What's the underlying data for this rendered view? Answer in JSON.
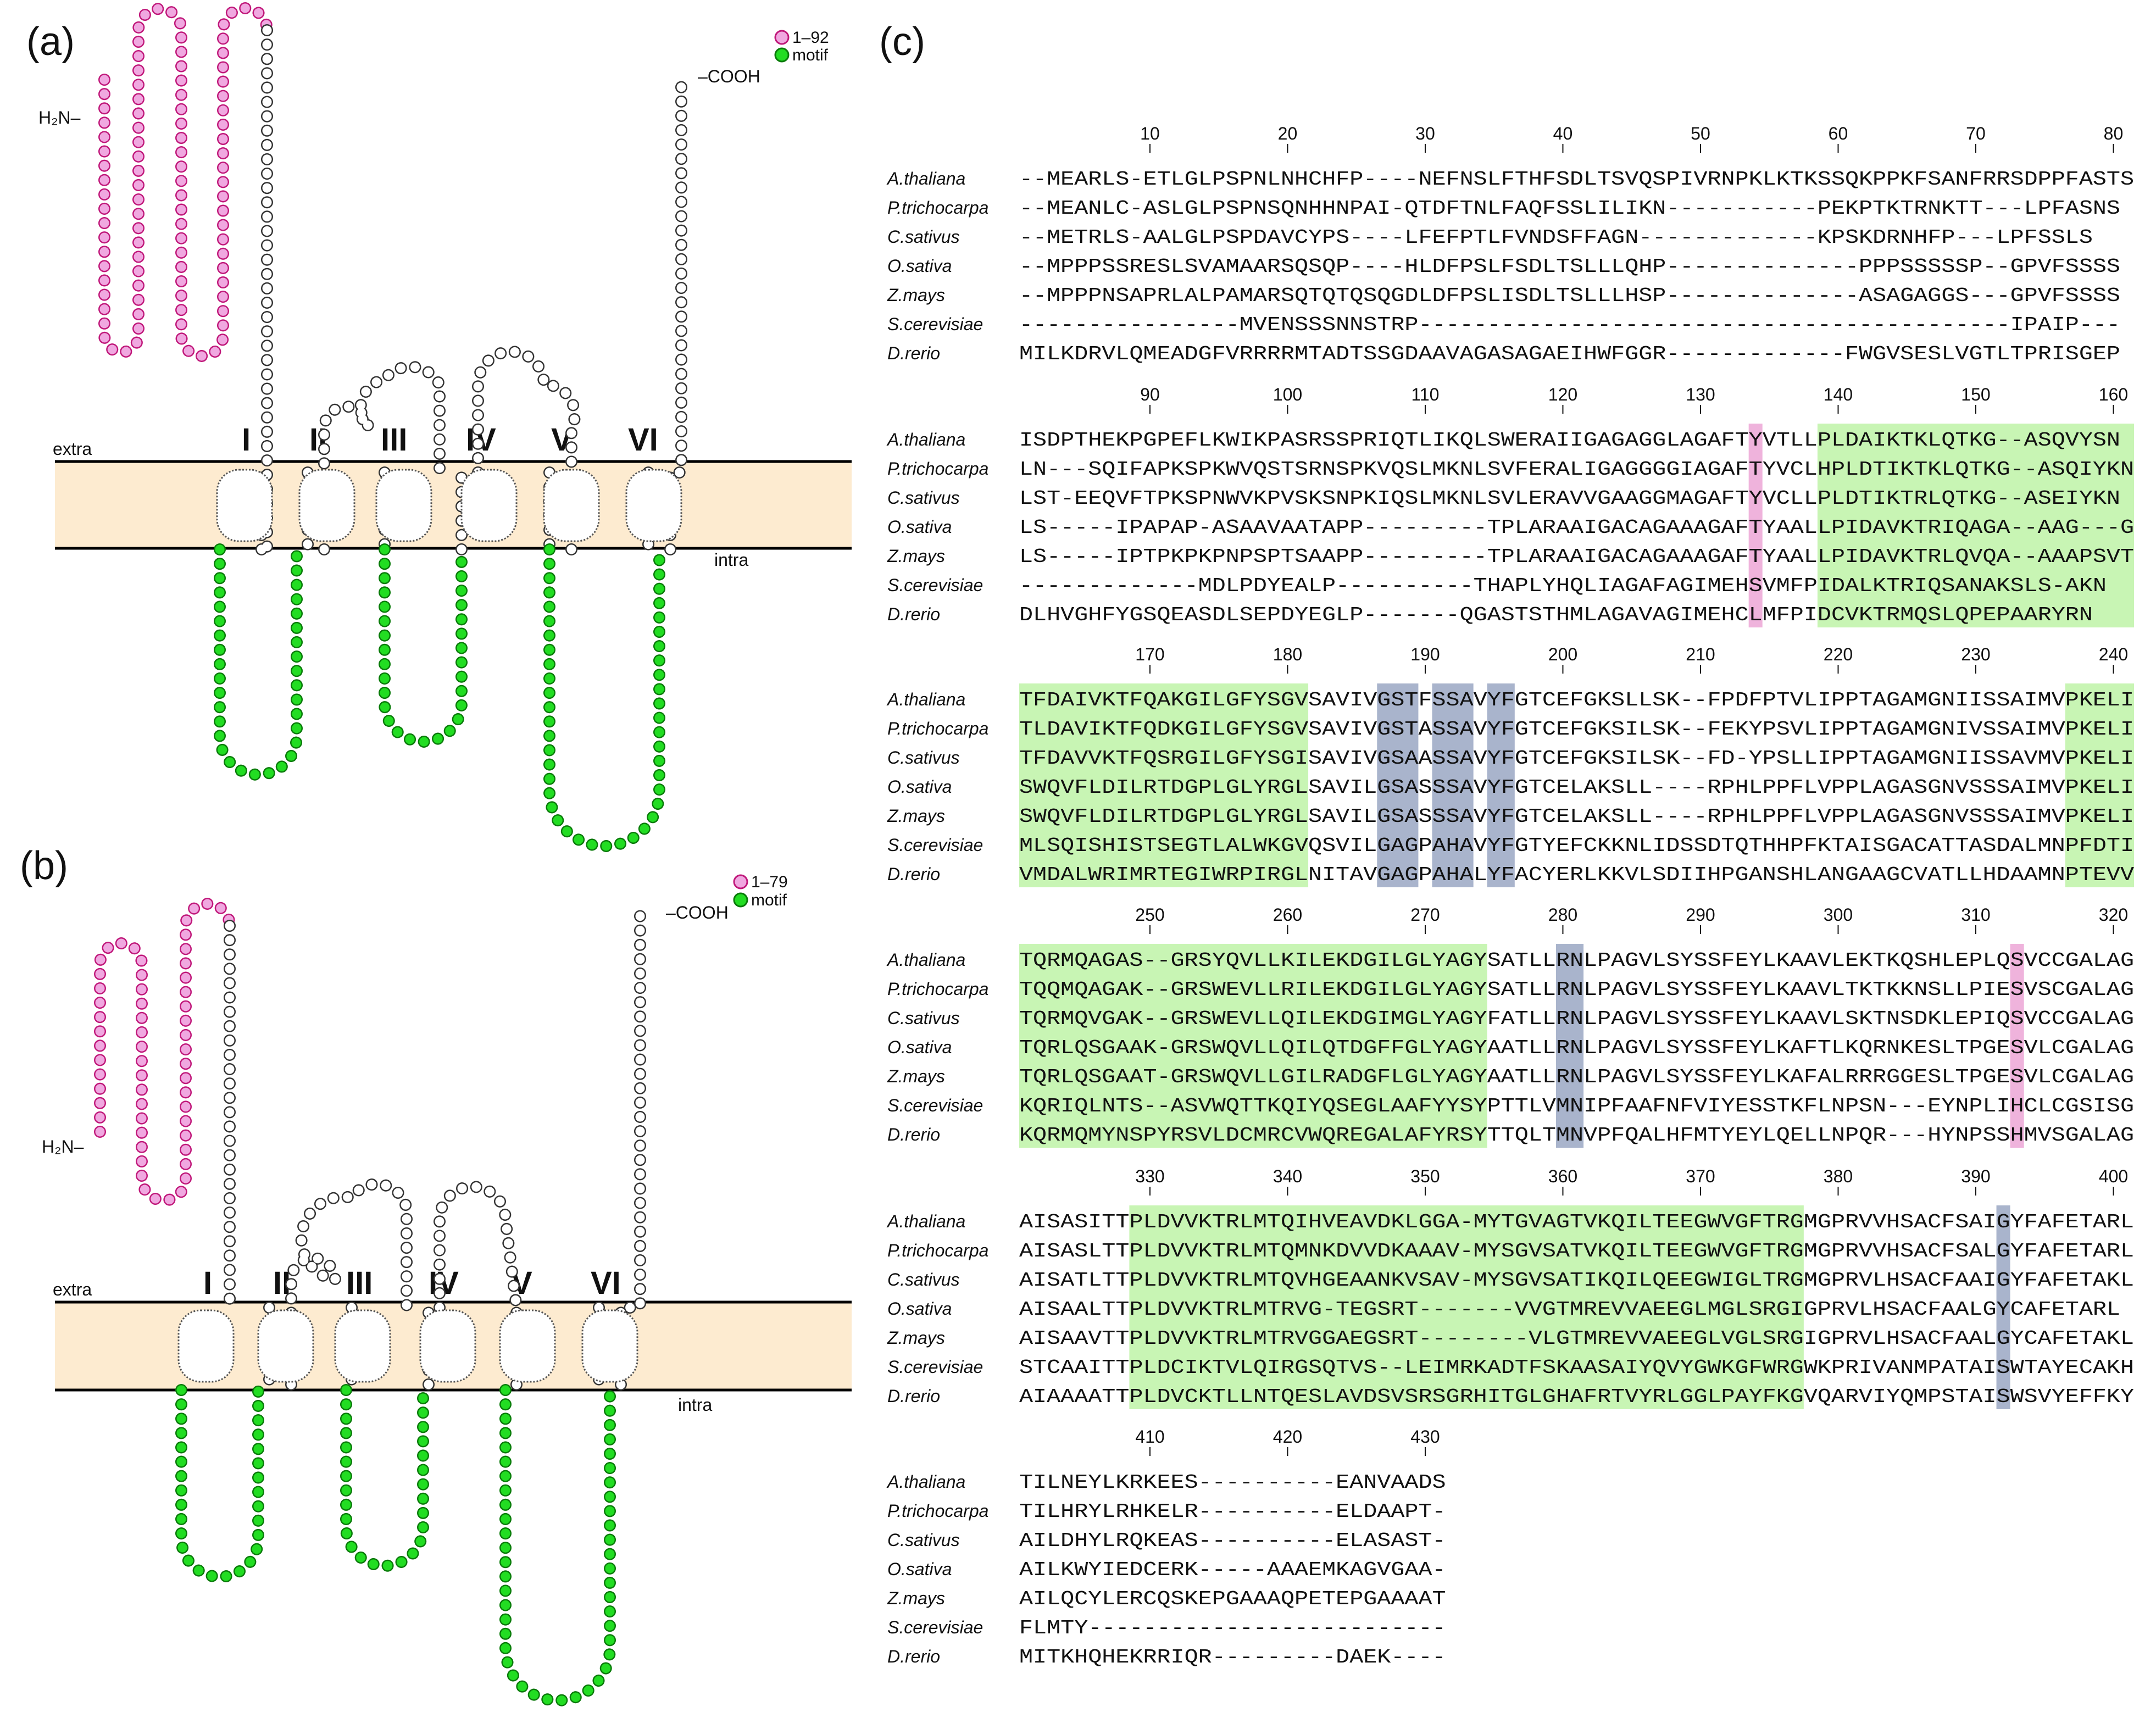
{
  "panels": {
    "a": {
      "label": "(a)",
      "legend": {
        "signal": "1–92",
        "motif": "motif"
      },
      "n_term": "H₂N–",
      "c_term": "–COOH",
      "extra": "extra",
      "intra": "intra",
      "helices": [
        "I",
        "II",
        "III",
        "IV",
        "V",
        "VI"
      ]
    },
    "b": {
      "label": "(b)",
      "legend": {
        "signal": "1–79",
        "motif": "motif"
      },
      "n_term": "H₂N–",
      "c_term": "–COOH",
      "extra": "extra",
      "intra": "intra",
      "helices": [
        "I",
        "II",
        "III",
        "IV",
        "V",
        "VI"
      ]
    },
    "c": {
      "label": "(c)"
    }
  },
  "colors": {
    "signal_fill": "#f0a8e0",
    "signal_stroke": "#c0187a",
    "motif_fill": "#22dd22",
    "motif_stroke": "#0a7a0a",
    "membrane": "#fdebd0",
    "green_highlight": "#c8f5b4",
    "pink_highlight": "#efb3dc",
    "blue_highlight": "#a9b4cc"
  },
  "alignment": {
    "species": [
      "A.thaliana",
      "P.trichocarpa",
      "C.sativus",
      "O.sativa",
      "Z.mays",
      "S.cerevisiae",
      "D.rerio"
    ],
    "blocks": [
      {
        "ticks": [
          "10",
          "20",
          "30",
          "40",
          "50",
          "60",
          "70",
          "80"
        ],
        "rows": [
          "--MEARLS-ETLGLPSPNLNHCHFP----NEFNSLFTHFSDLTSVQSPIVRNPKLKTKSSQKPPKFSANFRRSDPPFASTS",
          "--MEANLC-ASLGLPSPNSQNHHNPAI-QTDFTNLFAQFSSLILIKN-----------PEKPTKTRNKTT---LPFASNS",
          "--METRLS-AALGLPSPDAVCYPS----LFEFPTLFVNDSFFAGN-------------KPSKDRNHFP---LPFSSLS",
          "--MPPPSSRESLSVAMAARSQSQP----HLDFPSLFSDLTSLLLQHP--------------PPPSSSSSP--GPVFSSSS",
          "--MPPPNSAPRLALPAMARSQTQTQSQGDLDFPSLISDLTSLLLHSP--------------ASAGAGGS---GPVFSSSS",
          "----------------MVENSSSNNSTRP-------------------------------------------IPAIP---",
          "MILKDRVLQMEADGFVRRRRMTADTSSGDAAVAGASAGAEIHWFGGR-------------FWGVSESLVGTLTPRISGEP"
        ]
      },
      {
        "ticks": [
          "90",
          "100",
          "110",
          "120",
          "130",
          "140",
          "150",
          "160"
        ],
        "rows": [
          "ISDPTHEKPGPEFLKWIKPASRSSPRIQTLIKQLSWERAIIGAGAGGLAGAFTYVTLLPLDAIKTKLQTKG--ASQVYSN",
          "LN---SQIFAPKSPKWVQSTSRNSPKVQSLMKNLSVFERALIGAGGGGIAGAFTYVCLHPLDTIKTKLQTKG--ASQIYKN",
          "LST-EEQVFTPKSPNWVKPVSKSNPKIQSLMKNLSVLERAVVGAAGGMAGAFTYVCLLPLDTIKTRLQTKG--ASEIYKN",
          "LS-----IPAPAP-ASAAVAATAPP---------TPLARAAIGACAGAAAGAFTYAALLPIDAVKTRIQAGA--AAG---G",
          "LS-----IPTPKPKPNPSPTSAAPP---------TPLARAAIGACAGAAAGAFTYAALLPIDAVKTRLQVQA--AAAPSVT",
          "-------------MDLPDYEALP----------THAPLYHQLIAGAFAGIMEHSVMFPIDALKTRIQSANAKSLS-AKN",
          "DLHVGHFYGSQEASDLSEPDYEGLP-------QGASTSTHMLAGAVAGIMEHCLMFPIDCVKTRMQSLQPEPAARYRN"
        ]
      },
      {
        "ticks": [
          "170",
          "180",
          "190",
          "200",
          "210",
          "220",
          "230",
          "240"
        ],
        "rows": [
          "TFDAIVKTFQAKGILGFYSGVSAVIVGSTFSSAVYFGTCEFGKSLLSK--FPDFPTVLIPPTAGAMGNIISSAIMVPKELI",
          "TLDAVIKTFQDKGILGFYSGVSAVIVGSTASSAVYFGTCEFGKSILSK--FEKYPSVLIPPTAGAMGNIVSSAIMVPKELI",
          "TFDAVVKTFQSRGILGFYSGISAVIVGSAASSAVYFGTCEFGKSILSK--FD-YPSLLIPPTAGAMGNIISSAVMVPKELI",
          "SWQVFLDILRTDGPLGLYRGLSAVILGSASSSAVYFGTCELAKSLL----RPHLPPFLVPPLAGASGNVSSSAIMVPKELI",
          "SWQVFLDILRTDGPLGLYRGLSAVILGSASSSAVYFGTCELAKSLL----RPHLPPFLVPPLAGASGNVSSSAIMVPKELI",
          "MLSQISHISTSEGTLALWKGVQSVILGAGPAHAVYFGTYEFCKKNLIDSSDTQTHHPFKTAISGACATTASDALMNPFDTI",
          "VMDALWRIMRTEGIWRPIRGLNITAVGAGPAHALYFACYERLKKVLSDIIHPGANSHLANGAAGCVATLLHDAAMNPTEVV"
        ]
      },
      {
        "ticks": [
          "250",
          "260",
          "270",
          "280",
          "290",
          "300",
          "310",
          "320"
        ],
        "rows": [
          "TQRMQAGAS--GRSYQVLLKILEKDGILGLYAGYSATLLRNLPAGVLSYSSFEYLKAAVLEKTKQSHLEPLQSVCCGALAG",
          "TQQMQAGAK--GRSWEVLLRILEKDGILGLYAGYSATLLRNLPAGVLSYSSFEYLKAAVLTKTKKNSLLPIESVSCGALAG",
          "TQRMQVGAK--GRSWEVLLQILEKDGIMGLYAGYFATLLRNLPAGVLSYSSFEYLKAAVLSKTNSDKLEPIQSVCCGALAG",
          "TQRLQSGAAK-GRSWQVLLQILQTDGFFGLYAGYAATLLRNLPAGVLSYSSFEYLKAFTLKQRNKESLTPGESVLCGALAG",
          "TQRLQSGAAT-GRSWQVLLGILRADGFLGLYAGYAATLLRNLPAGVLSYSSFEYLKAFALRRRGGESLTPGESVLCGALAG",
          "KQRIQLNTS--ASVWQTTKQIYQSEGLAAFYYSYPTTLVMNIPFAAFNFVIYESSTKFLNPSN---EYNPLIHCLCGSISG",
          "KQRMQMYNSPYRSVLDCMRCVWQREGALAFYRSYTTQLTMNVPFQALHFMTYEYLQELLNPQR---HYNPSSHMVSGALAG"
        ]
      },
      {
        "ticks": [
          "330",
          "340",
          "350",
          "360",
          "370",
          "380",
          "390",
          "400"
        ],
        "rows": [
          "AISASITTPLDVVKTRLMTQIHVEAVDKLGGA-MYTGVAGTVKQILTEEGWVGFTRGMGPRVVHSACFSAIGYFAFETARL",
          "AISASLTTPLDVVKTRLMTQMNKDVVDKAAAV-MYSGVSATVKQILTEEGWVGFTRGMGPRVVHSACFSALGYFAFETARL",
          "AISATLTTPLDVVKTRLMTQVHGEAANKVSAV-MYSGVSATIKQILQEEGWIGLTRGMGPRVLHSACFAAIGYFAFETAKL",
          "AISAALTTPLDVVKTRLMTRVG-TEGSRT-------VVGTMREVVAEEGLMGLSRGIGPRVLHSACFAALGYCAFETARL",
          "AISAAVTTPLDVVKTRLMTRVGGAEGSRT--------VLGTMREVVAEEGLVGLSRGIGPRVLHSACFAALGYCAFETAKL",
          "STCAAITTPLDCIKTVLQIRGSQTVS--LEIMRKADTFSKAASAIYQVYGWKGFWRGWKPRIVANMPATAISWTAYECAKH",
          "AIAAAATTPLDVCKTLLNTQESLAVDSVSRSGRHITGLGHAFRTVYRLGGLPAYFKGVQARVIYQMPSTAISWSVYEFFKY"
        ]
      },
      {
        "ticks": [
          "410",
          "420",
          "430"
        ],
        "rows": [
          "TILNEYLKRKEES----------EANVAADS",
          "TILHRYLRHKELR----------ELDAAPT-",
          "AILDHYLRQKEAS----------ELASAST-",
          "AILKWYIEDCERK-----AAAEMKAGVGAA-",
          "AILQCYLERCQSKEPGAAAQPETEPGAAAAT",
          "FLMTY--------------------------",
          "MITKHQHEKRRIQR---------DAEK----"
        ]
      }
    ]
  }
}
